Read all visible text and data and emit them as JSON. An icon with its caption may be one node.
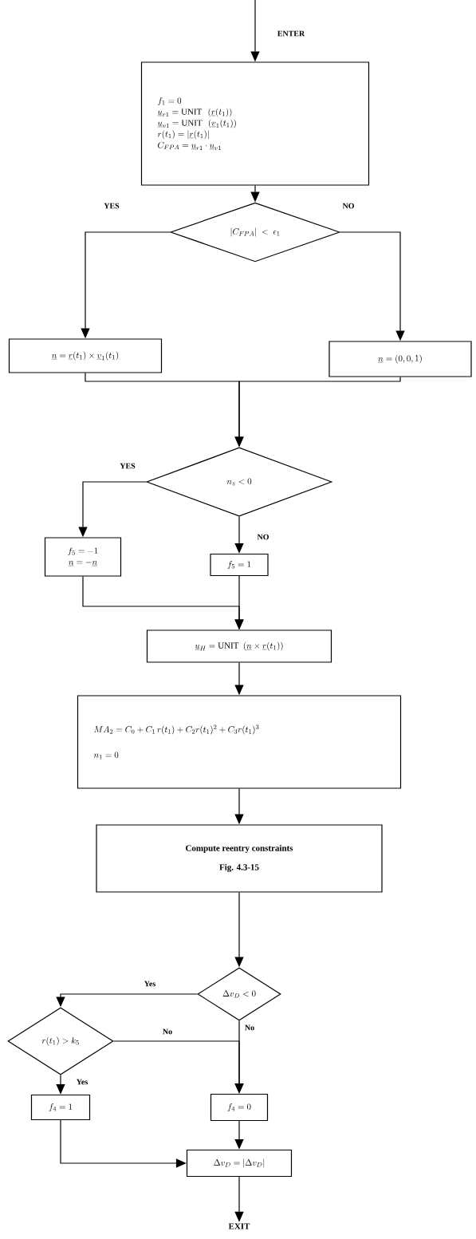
{
  "diagram": {
    "nodes": [
      {
        "text": [
          "f_1 = 0",
          "\\underline{u}_{r1} = \\mathrm{UNIT}\\ \\ (\\underline{r}(t_1))",
          "\\underline{u}_{v1} = \\mathrm{UNIT}\\ \\ (\\underline{v}_1(t_1))",
          "r(t_1) = |\\underline{r}(t_1)|",
          "C_{FPA} = \\underline{u}_{r1} \\cdot \\underline{u}_{v1}"
        ]
      },
      {
        "text": [
          "|C_{FPA}| \\ < \\ \\epsilon_1"
        ]
      },
      {
        "text": [
          "\\underline{n} = \\underline{r}(t_1) \\times \\underline{v}_1(t_1)"
        ]
      },
      {
        "text": [
          "\\underline{n} = (0, 0, 1)"
        ]
      },
      {
        "text": [
          "n_z < 0"
        ]
      },
      {
        "text": [
          "f_5 = -1",
          "\\underline{n} = -\\underline{n}"
        ]
      },
      {
        "text": [
          "f_5 = 1"
        ]
      },
      {
        "text": [
          "\\underline{u}_H = \\mathrm{UNIT}\\ \\ (\\underline{n} \\times \\underline{r}(t_1))"
        ]
      },
      {
        "text": [
          "MA_2 = C_0 + C_1\\, r(t_1) + C_2 r(t_1)^2 + C_3 r(t_1)^3",
          "n_1 = 0"
        ]
      },
      {
        "text": [
          "Compute reentry constraints",
          "Fig. 4.3-15"
        ]
      },
      {
        "text": [
          "\\Delta v_D < 0"
        ]
      },
      {
        "text": [
          "r(t_1) > k_5"
        ]
      },
      {
        "text": [
          "f_4 = 1"
        ]
      },
      {
        "text": [
          "f_4 = 0"
        ]
      },
      {
        "text": [
          "\\Delta v_D = |\\Delta v_D|"
        ]
      },
      {
        "text": [
          "EXIT"
        ]
      }
    ],
    "edges": [
      {
        "from": null,
        "to": 0,
        "arrow": "to",
        "label": "ENTER"
      },
      {
        "from": 0,
        "to": 1,
        "arrow": "to"
      },
      {
        "from": 1,
        "to": 2,
        "arrow": "to",
        "label": "YES"
      },
      {
        "from": 1,
        "to": 3,
        "arrow": "to",
        "label": "NO"
      },
      {
        "from": 2,
        "to": 4,
        "arrow": "to"
      },
      {
        "from": 3,
        "to": 4,
        "arrow": "to"
      },
      {
        "from": 4,
        "to": 5,
        "arrow": "to",
        "label": "YES"
      },
      {
        "from": 4,
        "to": 6,
        "arrow": "to",
        "label": "NO"
      },
      {
        "from": 5,
        "to": 7,
        "arrow": "to"
      },
      {
        "from": 6,
        "to": 7,
        "arrow": "to"
      },
      {
        "from": 7,
        "to": 8,
        "arrow": "to"
      },
      {
        "from": 8,
        "to": 9,
        "arrow": "to"
      },
      {
        "from": 9,
        "to": 10,
        "arrow": "to"
      },
      {
        "from": 10,
        "to": 11,
        "arrow": "to",
        "label": "Yes"
      },
      {
        "from": 10,
        "to": 13,
        "arrow": "to",
        "label": "No"
      },
      {
        "from": 11,
        "to": 13,
        "arrow": "to",
        "label": "No"
      },
      {
        "from": 11,
        "to": 12,
        "arrow": "to",
        "label": "Yes"
      },
      {
        "from": 12,
        "to": 14,
        "arrow": "to"
      },
      {
        "from": 13,
        "to": 14,
        "arrow": "to"
      },
      {
        "from": 14,
        "to": 15,
        "arrow": "to"
      }
    ]
  }
}
